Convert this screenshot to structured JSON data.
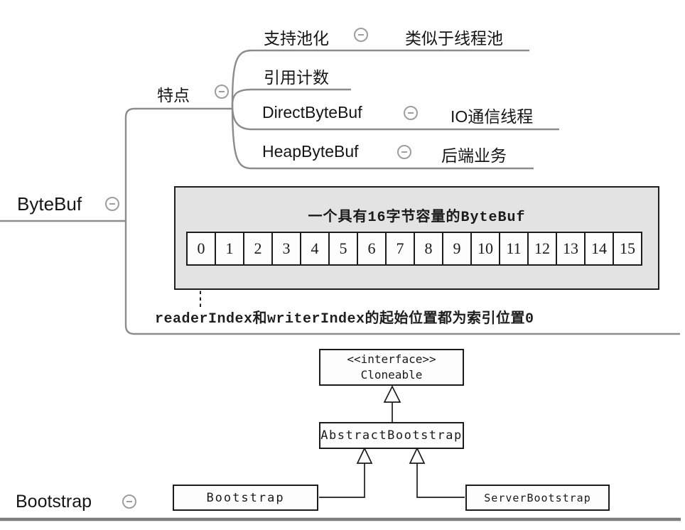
{
  "mindmap": {
    "roots": {
      "bytebuf": "ByteBuf",
      "bootstrap": "Bootstrap"
    },
    "feature_branch": {
      "label": "特点",
      "children": [
        {
          "label": "支持池化",
          "note": "类似于线程池"
        },
        {
          "label": "引用计数",
          "note": ""
        },
        {
          "label": "DirectByteBuf",
          "note": "IO通信线程"
        },
        {
          "label": "HeapByteBuf",
          "note": "后端业务"
        }
      ]
    },
    "icons": {
      "collapse": "minus-circle-icon"
    }
  },
  "bytebuf_image": {
    "caption": "一个具有16字节容量的ByteBuf",
    "cells": [
      "0",
      "1",
      "2",
      "3",
      "4",
      "5",
      "6",
      "7",
      "8",
      "9",
      "10",
      "11",
      "12",
      "13",
      "14",
      "15"
    ],
    "note": "readerIndex和writerIndex的起始位置都为索引位置0"
  },
  "uml": {
    "stereotype": "<<interface>>",
    "interface_name": "Cloneable",
    "abstract_class": "AbstractBootstrap",
    "subclass_left": "Bootstrap",
    "subclass_right": "ServerBootstrap"
  },
  "colors": {
    "branch_line": "#8c8c8c",
    "bottom_line": "#7d7d7d",
    "uml_stroke": "#1c1c1c",
    "image_background": "#e3e3e3",
    "icon_ring": "#9e9e9e"
  }
}
